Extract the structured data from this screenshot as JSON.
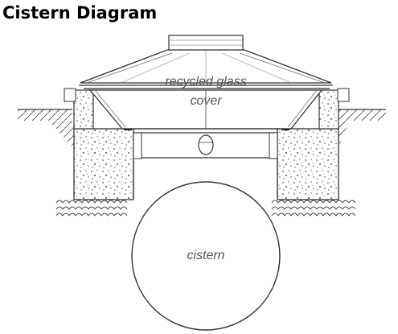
{
  "page": {
    "title": "Cistern Diagram"
  },
  "diagram": {
    "labels": {
      "cover_line1": "recycled glass",
      "cover_line2": "cover",
      "tank": "cistern"
    },
    "colors": {
      "line": "#333333",
      "fill": "#ffffff",
      "concrete_dots": "#555555"
    }
  }
}
